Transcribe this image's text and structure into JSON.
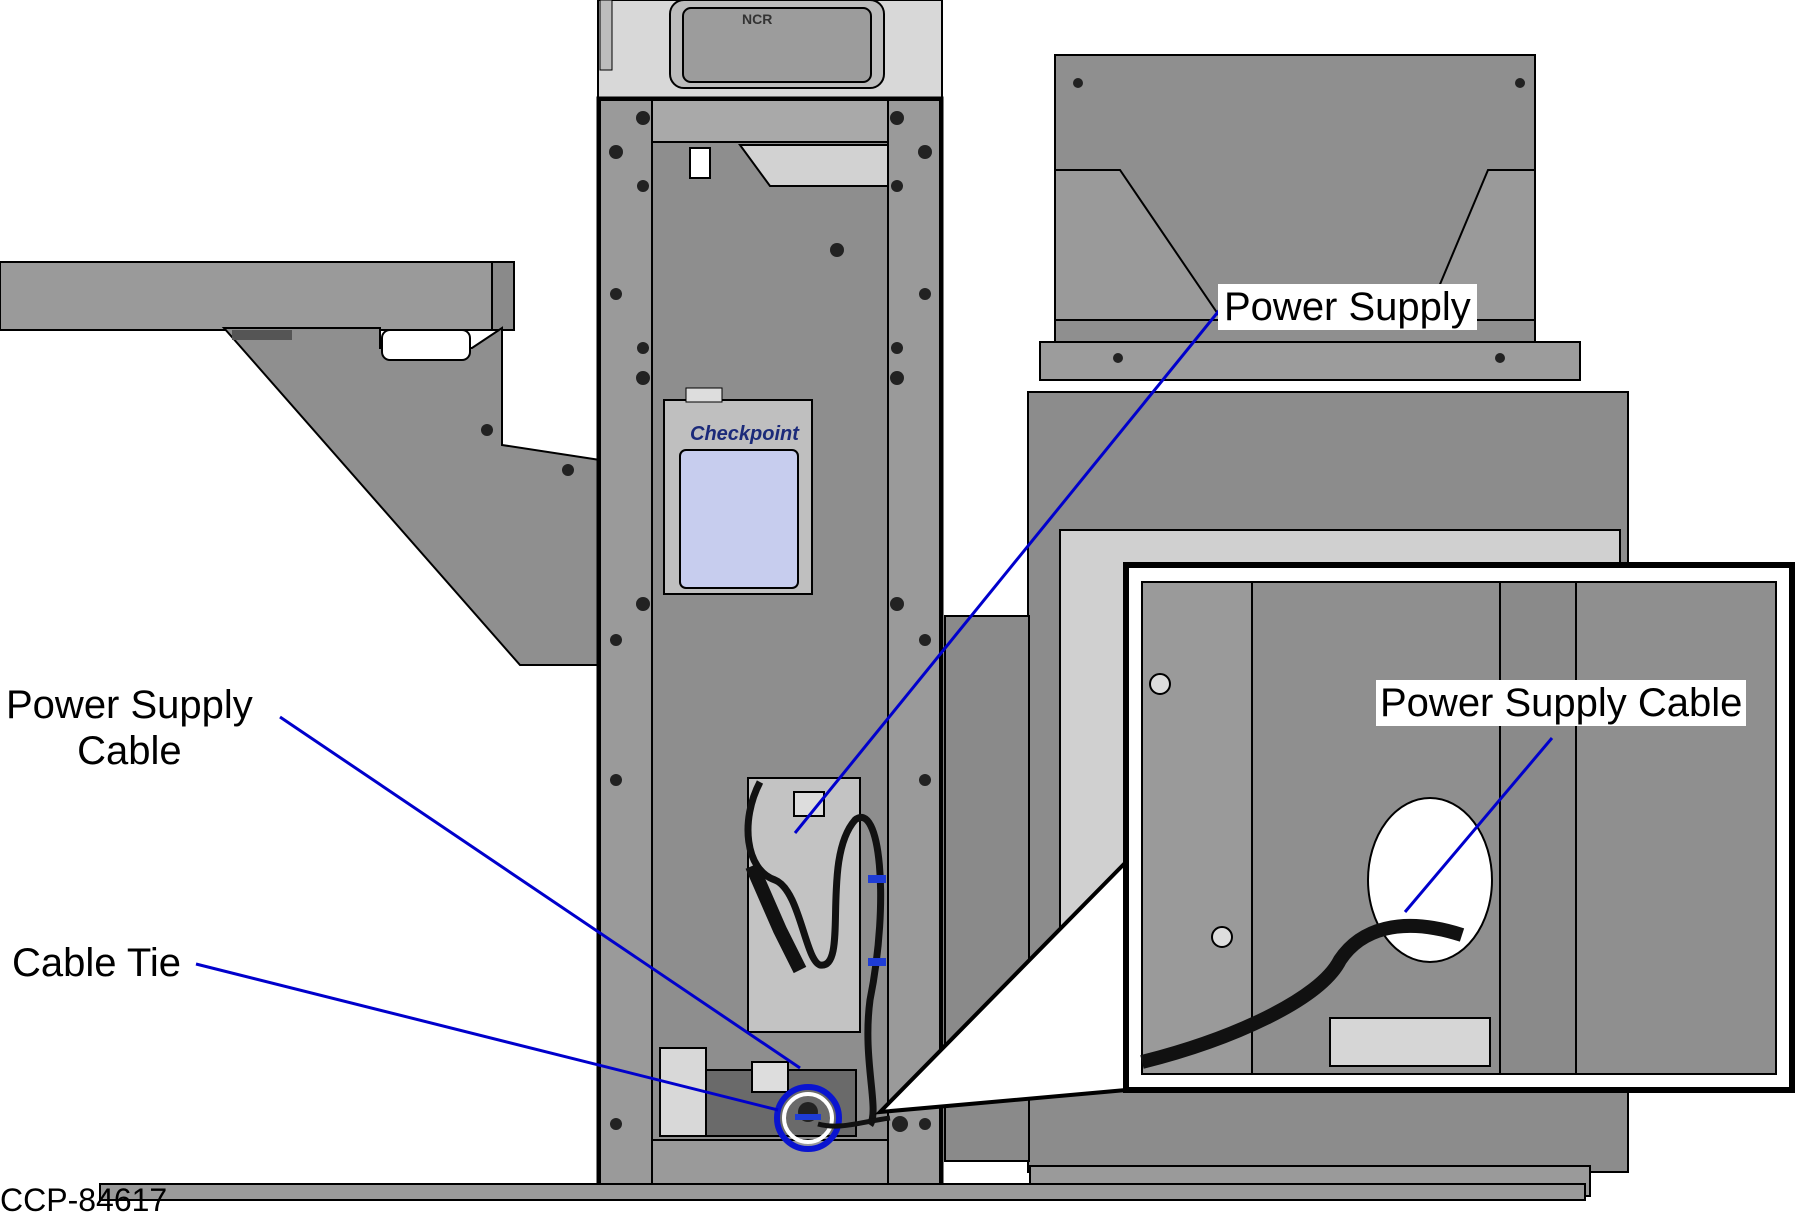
{
  "callouts": {
    "power_supply": "Power Supply",
    "power_supply_cable_line1": "Power Supply",
    "power_supply_cable_line2": "Cable",
    "cable_tie": "Cable Tie",
    "inset_power_supply_cable": "Power Supply Cable"
  },
  "logos": {
    "top_brand": "NCR",
    "device_brand": "Checkpoint"
  },
  "figure_id": "CCP-84617",
  "colors": {
    "leader_line": "#0000cc",
    "panel_gray": "#8f8f8f",
    "panel_dark": "#6e6e6e",
    "panel_light": "#c8c8c8",
    "device_face": "#c7cdee",
    "outline": "#000000"
  },
  "icons": {
    "cable_tie_highlight": "blue-ring-icon",
    "fastener": "screw-icon"
  }
}
